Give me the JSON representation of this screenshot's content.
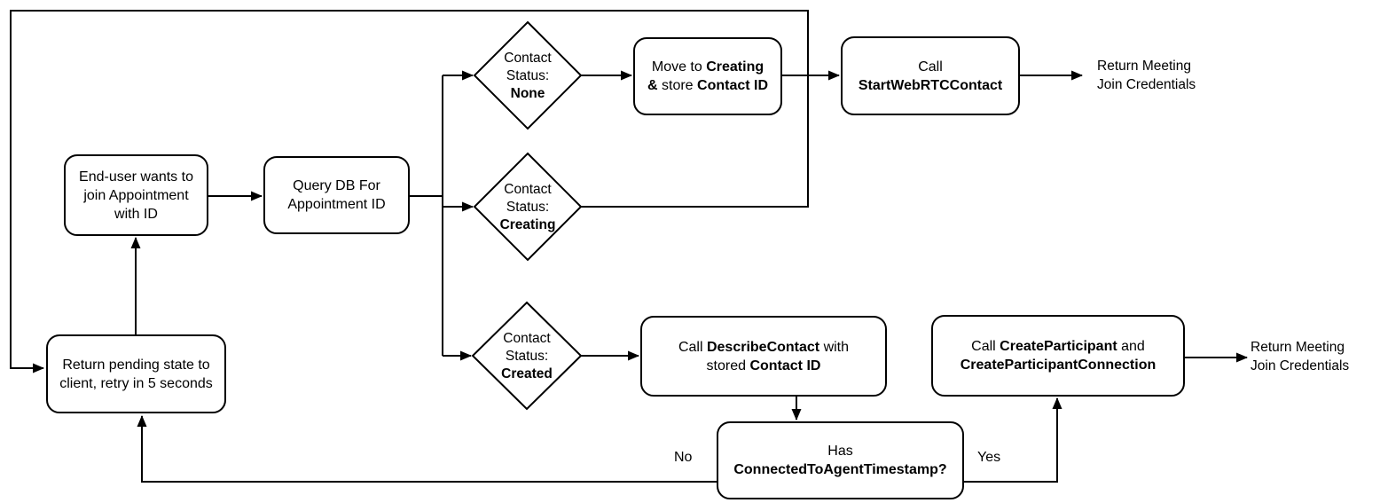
{
  "flowchart": {
    "colors": {
      "stroke": "#000000",
      "node_fill": "#ffffff",
      "text": "#000000",
      "background": "#ffffff"
    },
    "nodes": {
      "end_user": {
        "text": "End-user wants to\njoin Appointment\nwith ID"
      },
      "query_db": {
        "text": "Query DB For\nAppointment ID"
      },
      "status_none": {
        "text": "Contact\nStatus:",
        "status": "None"
      },
      "status_creating": {
        "text": "Contact\nStatus:",
        "status": "Creating"
      },
      "status_created": {
        "text": "Contact\nStatus:",
        "status": "Created"
      },
      "move_creating": {
        "line1": [
          {
            "text": "Move to ",
            "bold": false
          },
          {
            "text": "Creating",
            "bold": true
          }
        ],
        "line2": [
          {
            "text": "&",
            "bold": true
          },
          {
            "text": " store ",
            "bold": false
          },
          {
            "text": "Contact ID",
            "bold": true
          }
        ]
      },
      "start_webrtc": {
        "line1": "Call",
        "line2": "StartWebRTCContact"
      },
      "describe_contact": {
        "line1": [
          {
            "text": "Call ",
            "bold": false
          },
          {
            "text": "DescribeContact",
            "bold": true
          },
          {
            "text": " with",
            "bold": false
          }
        ],
        "line2": [
          {
            "text": "stored ",
            "bold": false
          },
          {
            "text": "Contact ID",
            "bold": true
          }
        ]
      },
      "create_participant": {
        "line1": [
          {
            "text": "Call ",
            "bold": false
          },
          {
            "text": "CreateParticipant",
            "bold": true
          },
          {
            "text": " and",
            "bold": false
          }
        ],
        "line2": [
          {
            "text": "CreateParticipantConnection",
            "bold": true
          }
        ]
      },
      "has_timestamp": {
        "line1": "Has",
        "line2": "ConnectedToAgentTimestamp?"
      },
      "return_pending": {
        "text": "Return pending state to\nclient, retry in 5 seconds"
      }
    },
    "edge_labels": {
      "no": "No",
      "yes": "Yes"
    },
    "outputs": {
      "return_meeting_top": {
        "text": "Return Meeting\nJoin Credentials"
      },
      "return_meeting_bottom": {
        "text": "Return Meeting\nJoin Credentials"
      }
    },
    "edges": [
      {
        "from": "return_pending",
        "to": "end_user"
      },
      {
        "from": "end_user",
        "to": "query_db"
      },
      {
        "from": "query_db",
        "to": "status_none"
      },
      {
        "from": "query_db",
        "to": "status_creating"
      },
      {
        "from": "query_db",
        "to": "status_created"
      },
      {
        "from": "status_none",
        "to": "move_creating"
      },
      {
        "from": "move_creating",
        "to": "start_webrtc"
      },
      {
        "from": "start_webrtc",
        "to": "return_meeting_top"
      },
      {
        "from": "status_creating",
        "to": "return_pending"
      },
      {
        "from": "status_created",
        "to": "describe_contact"
      },
      {
        "from": "describe_contact",
        "to": "has_timestamp"
      },
      {
        "from": "has_timestamp",
        "to": "return_pending",
        "label": "No"
      },
      {
        "from": "has_timestamp",
        "to": "create_participant",
        "label": "Yes"
      },
      {
        "from": "create_participant",
        "to": "return_meeting_bottom"
      }
    ]
  }
}
